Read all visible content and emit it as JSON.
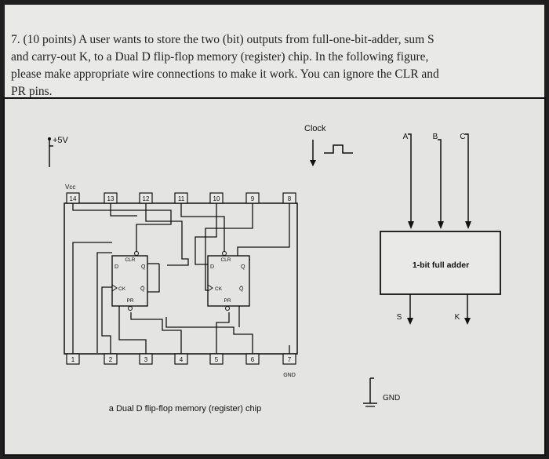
{
  "question": {
    "lines": [
      "7. (10 points) A user wants to store the two (bit) outputs from full-one-bit-adder, sum S",
      "and carry-out K, to a Dual D flip-flop memory (register) chip. In the following figure,",
      "please make appropriate wire connections to make it work. You can ignore the CLR and",
      "PR pins."
    ]
  },
  "power": {
    "label": "+5V"
  },
  "clock": {
    "label": "Clock"
  },
  "chip": {
    "vcc_label": "Vcc",
    "caption": "a Dual D flip-flop memory (register) chip",
    "pins_top": [
      "14",
      "13",
      "12",
      "11",
      "10",
      "9",
      "8"
    ],
    "pins_bottom": [
      "1",
      "2",
      "3",
      "4",
      "5",
      "6",
      "7"
    ],
    "gnd_label": "GND",
    "ff1": {
      "clr": "CLR",
      "d": "D",
      "q": "Q",
      "ck": "CK",
      "qbar": "Q̄",
      "pr": "PR"
    },
    "ff2": {
      "clr": "CLR",
      "d": "D",
      "q": "Q",
      "ck": "CK",
      "qbar": "Q̄",
      "pr": "PR"
    }
  },
  "adder": {
    "label": "1-bit full adder",
    "inputs": [
      "A",
      "B",
      "C"
    ],
    "outputs": [
      "S",
      "K"
    ]
  },
  "ground": {
    "label": "GND"
  }
}
